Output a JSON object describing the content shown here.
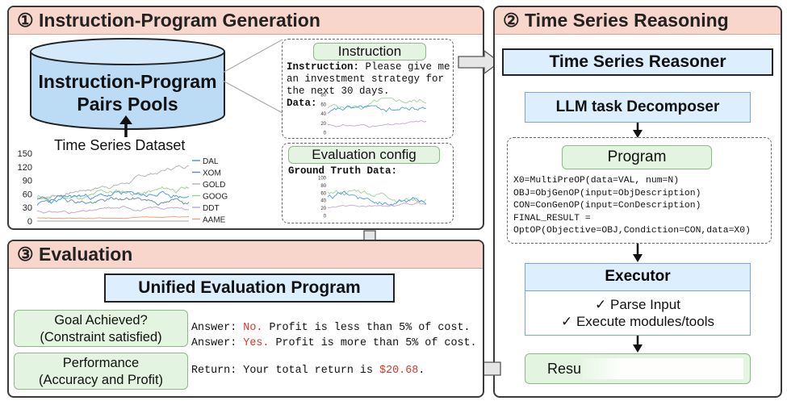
{
  "panel1": {
    "title": "① Instruction-Program Generation",
    "pool_label_1": "Instruction-Program",
    "pool_label_2": "Pairs Pools",
    "dataset_label": "Time Series Dataset",
    "chart_data": {
      "type": "line",
      "yticks": [
        "150",
        "120",
        "90",
        "60",
        "30",
        "0"
      ],
      "ylim": [
        0,
        150
      ],
      "series": [
        {
          "name": "DAL",
          "color": "#4c9be0"
        },
        {
          "name": "XOM",
          "color": "#6d8fb3"
        },
        {
          "name": "GOLD",
          "color": "#b7b7b7"
        },
        {
          "name": "GOOG",
          "color": "#9fd19a"
        },
        {
          "name": "DDT",
          "color": "#c7a5d8"
        },
        {
          "name": "AAME",
          "color": "#f0a07a"
        }
      ]
    },
    "instruction": {
      "header": "Instruction",
      "label": "Instruction:",
      "text_1": " Please give me",
      "text_2": "an investment strategy for",
      "text_3": "the next 30 days.",
      "data_label": "Data:",
      "mini_yticks": [
        "80",
        "60",
        "40",
        "20",
        "0"
      ]
    },
    "evaluation_config": {
      "header": "Evaluation  config",
      "label": "Ground Truth Data:",
      "mini_yticks": [
        "100",
        "80",
        "60",
        "40",
        "20",
        "0"
      ]
    }
  },
  "panel2": {
    "title": "② Time Series Reasoning",
    "reasoner": "Time Series Reasoner",
    "decomposer": "LLM task Decomposer",
    "program_header": "Program",
    "program_lines": [
      "X0=MultiPreOP(data=VAL, num=N)",
      "OBJ=ObjGenOP(input=ObjDescription)",
      "CON=ConGenOP(input=ConDescription)",
      "FINAL_RESULT =",
      "OptOP(Objective=OBJ,Condiction=CON,data=X0)"
    ],
    "executor": "Executor",
    "executor_items": [
      "✓ Parse Input",
      "✓ Execute modules/tools"
    ],
    "result": "Resu"
  },
  "panel3": {
    "title": "③ Evaluation",
    "unified": "Unified Evaluation Program",
    "goal_1": "Goal Achieved?",
    "goal_2": "(Constraint satisfied)",
    "perf_1": "Performance",
    "perf_2": "(Accuracy and Profit)",
    "answers": [
      {
        "prefix": "Answer: ",
        "verdict": "No.",
        "rest": " Profit is less than 5% of cost."
      },
      {
        "prefix": "Answer: ",
        "verdict": "Yes.",
        "rest": " Profit is more than 5% of cost."
      }
    ],
    "return_prefix": "Return: Your total return is ",
    "return_value": "$20.68",
    "return_suffix": "."
  }
}
